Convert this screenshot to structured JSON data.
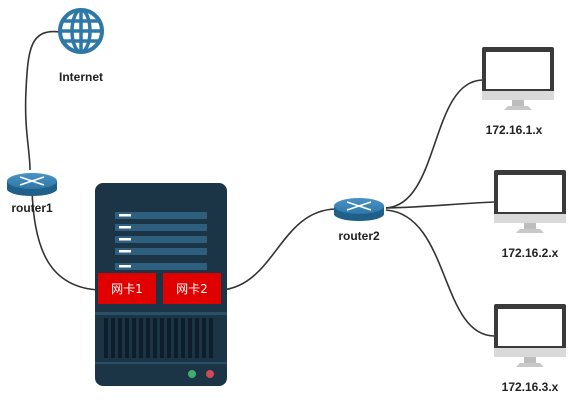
{
  "nodes": {
    "internet": {
      "label": "Internet"
    },
    "router1": {
      "label": "router1"
    },
    "router2": {
      "label": "router2"
    },
    "server": {
      "nic1": {
        "label": "网卡1"
      },
      "nic2": {
        "label": "网卡2"
      }
    },
    "hosts": [
      {
        "label": "172.16.1.x"
      },
      {
        "label": "172.16.2.x"
      },
      {
        "label": "172.16.3.x"
      }
    ]
  },
  "colors": {
    "globe": "#2e78a8",
    "router": "#2e78a8",
    "server_body": "#1b3446",
    "server_bar": "#2e5f7e",
    "nic": "#e00000",
    "connector": "#333333",
    "monitor_frame": "#3a3a3a",
    "monitor_stand": "#c8c8c8"
  }
}
